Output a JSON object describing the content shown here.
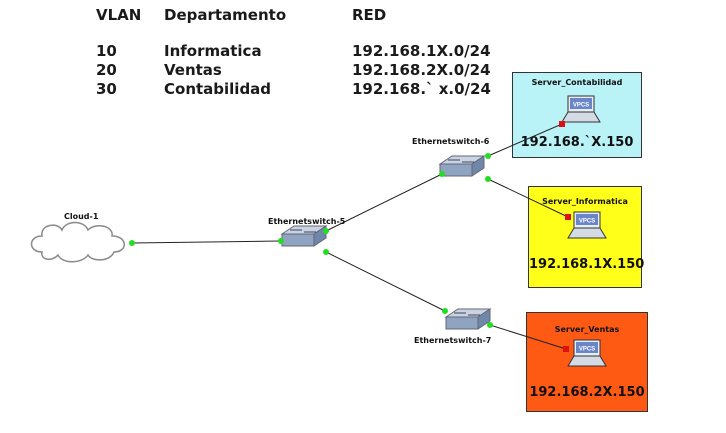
{
  "table": {
    "headers": [
      "VLAN",
      "Departamento",
      "RED"
    ],
    "rows": [
      [
        "10",
        "Informatica",
        "192.168.1X.0/24"
      ],
      [
        "20",
        "Ventas",
        "192.168.2X.0/24"
      ],
      [
        "30",
        "Contabilidad",
        "192.168.` x.0/24"
      ]
    ]
  },
  "nodes": {
    "cloud": {
      "label": "Cloud-1"
    },
    "switch5": {
      "label": "Ethernetswitch-5"
    },
    "switch6": {
      "label": "Ethernetswitch-6"
    },
    "switch7": {
      "label": "Ethernetswitch-7"
    }
  },
  "servers": {
    "contabilidad": {
      "title": "Server_Contabilidad",
      "vpcs": "VPCS",
      "ip": "192.168.`X.150",
      "color": "#b9f2f7"
    },
    "informatica": {
      "title": "Server_Informatica",
      "vpcs": "VPCS",
      "ip": "192.168.1X.150",
      "color": "#ffff19"
    },
    "ventas": {
      "title": "Server_Ventas",
      "vpcs": "VPCS",
      "ip": "192.168.2X.150",
      "color": "#ff5a14"
    }
  },
  "colors": {
    "link": "#222222",
    "port_ok": "#22dd22",
    "port_red": "#dd1111"
  }
}
